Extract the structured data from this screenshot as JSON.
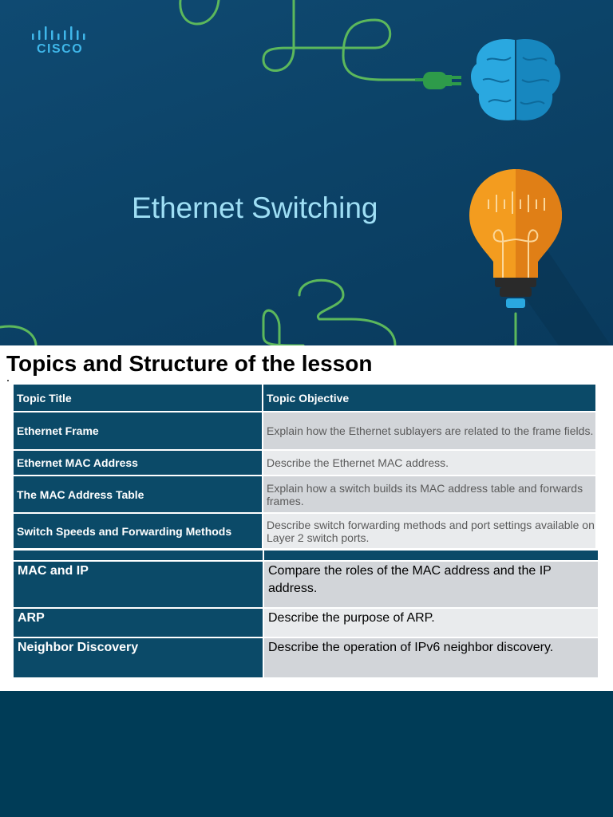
{
  "brand": {
    "logo_text": "CISCO"
  },
  "banner": {
    "title": "Ethernet Switching"
  },
  "section": {
    "title": "Topics and Structure of the lesson"
  },
  "table_main": {
    "headers": [
      "Topic Title",
      "Topic Objective"
    ],
    "rows": [
      {
        "title": "Ethernet Frame",
        "objective": "Explain how the Ethernet sublayers are related to the frame fields."
      },
      {
        "title": "Ethernet MAC Address",
        "objective": "Describe the Ethernet MAC address."
      },
      {
        "title": "The MAC Address Table",
        "objective": "Explain how a switch builds its MAC address table and forwards frames."
      },
      {
        "title": "Switch Speeds and Forwarding Methods",
        "objective": "Describe switch forwarding methods and port settings available on Layer 2 switch ports."
      }
    ]
  },
  "table_extra": {
    "rows": [
      {
        "title": "MAC and IP",
        "objective": "Compare the roles of the MAC address and the IP address."
      },
      {
        "title": "ARP",
        "objective": "Describe the purpose of ARP."
      },
      {
        "title": "Neighbor Discovery",
        "objective": "Describe the operation of IPv6 neighbor discovery."
      }
    ]
  },
  "colors": {
    "banner_bg": "#0c4368",
    "table_header": "#0b4a68",
    "accent_green": "#5cb85c",
    "brain_blue": "#2aa8e0",
    "bulb_orange": "#f39c1f",
    "footer_bg": "#003c57"
  }
}
